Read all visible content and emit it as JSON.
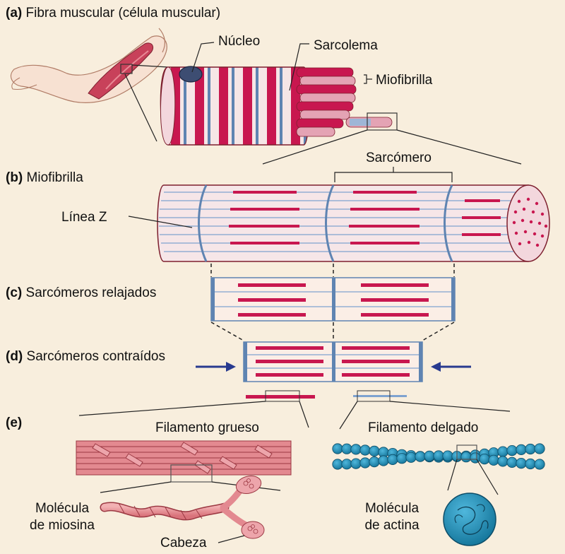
{
  "panels": {
    "a": {
      "letter": "(a)",
      "title": "Fibra muscular  (célula muscular)"
    },
    "b": {
      "letter": "(b)",
      "title": "Miofibrilla"
    },
    "c": {
      "letter": "(c)",
      "title": "Sarcómeros relajados"
    },
    "d": {
      "letter": "(d)",
      "title": "Sarcómeros contraídos"
    },
    "e": {
      "letter": "(e)"
    }
  },
  "labels": {
    "nucleus": "Núcleo",
    "sarcolemma": "Sarcolema",
    "myofibril": "Miofibrilla",
    "sarcomere": "Sarcómero",
    "z_line": "Línea Z",
    "thick_filament": "Filamento grueso",
    "thin_filament": "Filamento delgado",
    "myosin_molecule_line1": "Molécula",
    "myosin_molecule_line2": "de miosina",
    "head": "Cabeza",
    "actin_molecule_line1": "Molécula",
    "actin_molecule_line2": "de actina"
  },
  "colors": {
    "background": "#f8eedd",
    "muscle_red": "#c8174f",
    "z_line_blue": "#5f84b2",
    "myosin_pink": "#e38990",
    "actin_blue": "#2a9bc6",
    "arrow_navy": "#283a8f"
  }
}
